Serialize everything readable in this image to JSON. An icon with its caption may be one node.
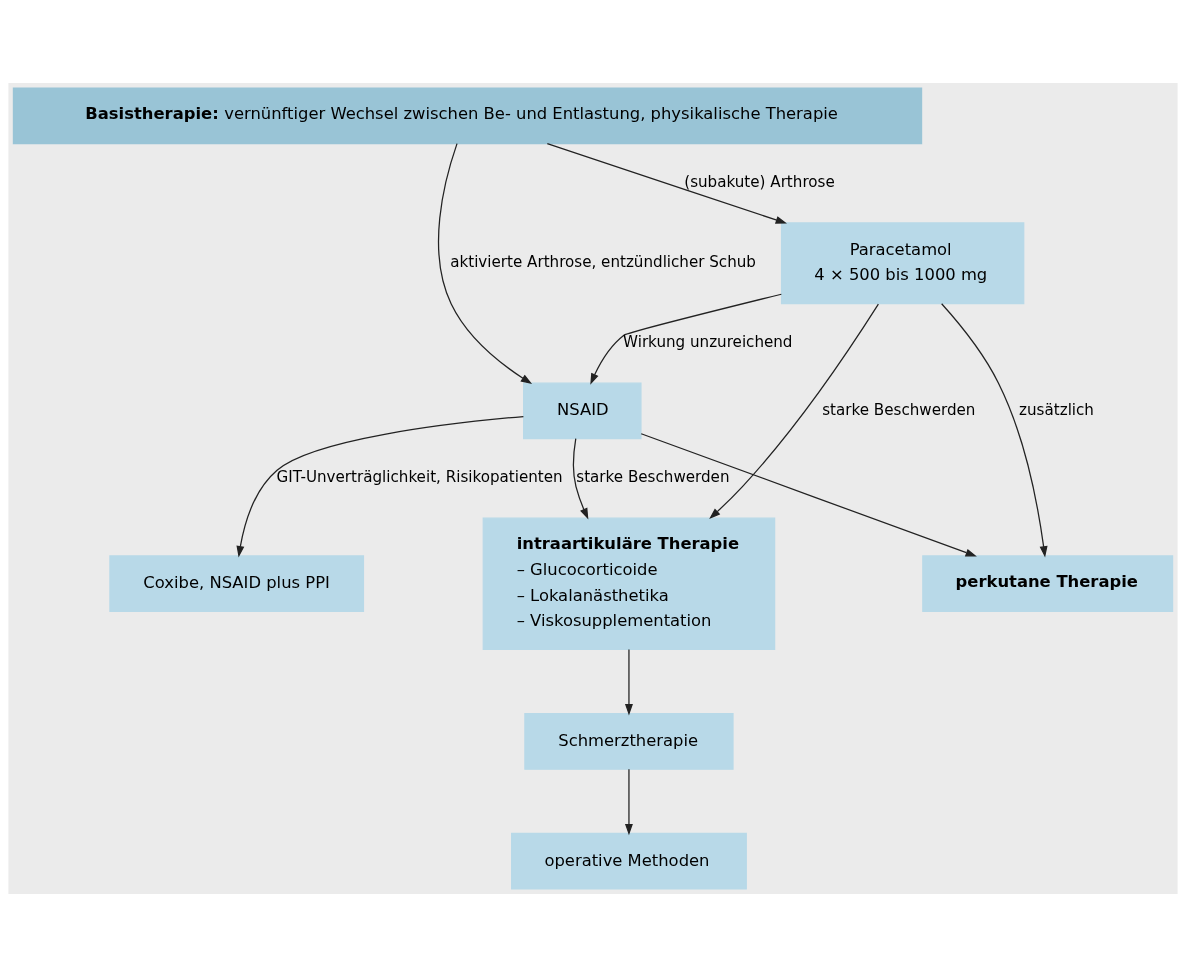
{
  "diagram": {
    "nodes": [
      {
        "text": [
          "**Basistherapie:** vernünftiger Wechsel zwischen Be- und Entlastung, physikalische Therapie"
        ]
      },
      {
        "text": [
          "Paracetamol",
          "4 × 500 bis 1000 mg"
        ]
      },
      {
        "text": [
          "NSAID"
        ]
      },
      {
        "text": [
          "**perkutane Therapie**"
        ]
      },
      {
        "text": [
          "Coxibe, NSAID plus PPI"
        ]
      },
      {
        "text": [
          "**intraartikuläre Therapie**",
          "– Glucocorticoide",
          "– Lokalanästhetika",
          "– Viskosupplementation"
        ]
      },
      {
        "text": [
          "Schmerztherapie"
        ]
      },
      {
        "text": [
          "operative Methoden"
        ]
      }
    ],
    "edges": [
      {
        "from": 0,
        "to": 1,
        "arrow": "to",
        "label": "(subakute) Arthrose"
      },
      {
        "from": 0,
        "to": 2,
        "arrow": "to",
        "label": "aktivierte Arthrose, entzündlicher Schub"
      },
      {
        "from": 1,
        "to": 3,
        "arrow": "to",
        "label": "zusätzlich"
      },
      {
        "from": 2,
        "to": 3,
        "arrow": "to"
      },
      {
        "from": 2,
        "to": 4,
        "arrow": "to",
        "label": "GIT-Unverträglichkeit, Risikopatienten"
      },
      {
        "from": 1,
        "to": 2,
        "arrow": "to",
        "label": "Wirkung unzureichend"
      },
      {
        "from": 2,
        "to": 5,
        "arrow": "to",
        "label": "starke Beschwerden"
      },
      {
        "from": 1,
        "to": 5,
        "arrow": "to",
        "label": "starke Beschwerden"
      },
      {
        "from": 5,
        "to": 6,
        "arrow": "to"
      },
      {
        "from": 6,
        "to": 7,
        "arrow": "to"
      }
    ]
  }
}
